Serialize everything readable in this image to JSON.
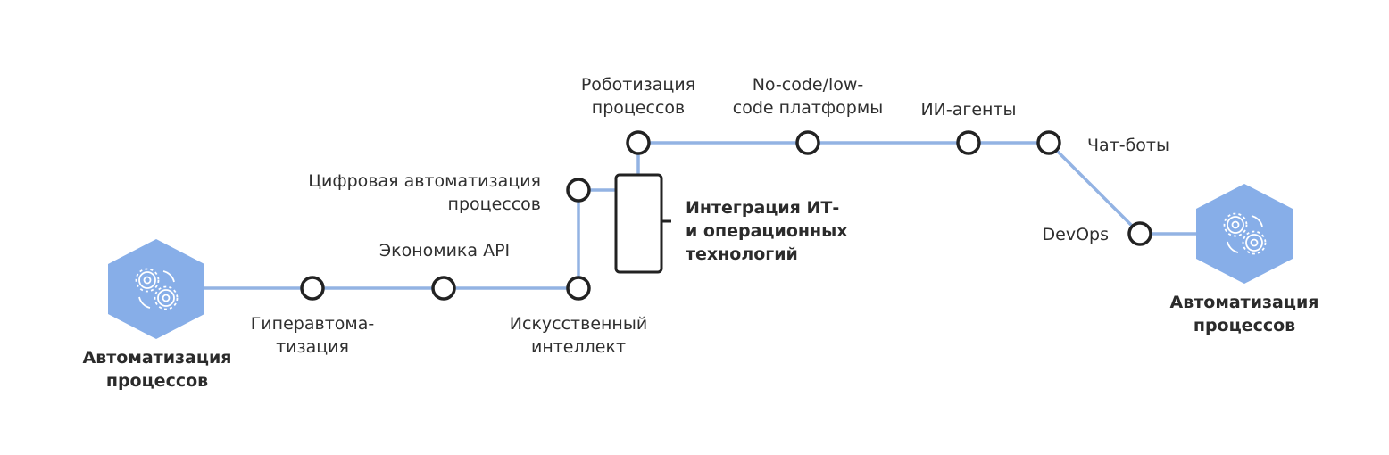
{
  "colors": {
    "line": "#93b3e3",
    "hexagon": "#87aee8",
    "station_stroke": "#222222",
    "text": "#2f2f2f"
  },
  "hub_left": {
    "icon": "gears-icon",
    "label": [
      "Автоматизация",
      "процессов"
    ]
  },
  "hub_right": {
    "icon": "gears-icon",
    "label": [
      "Автоматизация",
      "процессов"
    ]
  },
  "stations": {
    "hyperautomation": [
      "Гиперавтома-",
      "тизация"
    ],
    "api_economy": [
      "Экономика API"
    ],
    "ai": [
      "Искусственный",
      "интеллект"
    ],
    "digital_process_automation": [
      "Цифровая автоматизация",
      "процессов"
    ],
    "rpa": [
      "Роботизация",
      "процессов"
    ],
    "no_code": [
      "No-code/low-",
      "code платформы"
    ],
    "ai_agents": [
      "ИИ-агенты"
    ],
    "chatbots": [
      "Чат-боты"
    ],
    "devops": [
      "DevOps"
    ]
  },
  "interchange": {
    "label": [
      "Интеграция ИТ-",
      "и операционных",
      "технологий"
    ]
  }
}
